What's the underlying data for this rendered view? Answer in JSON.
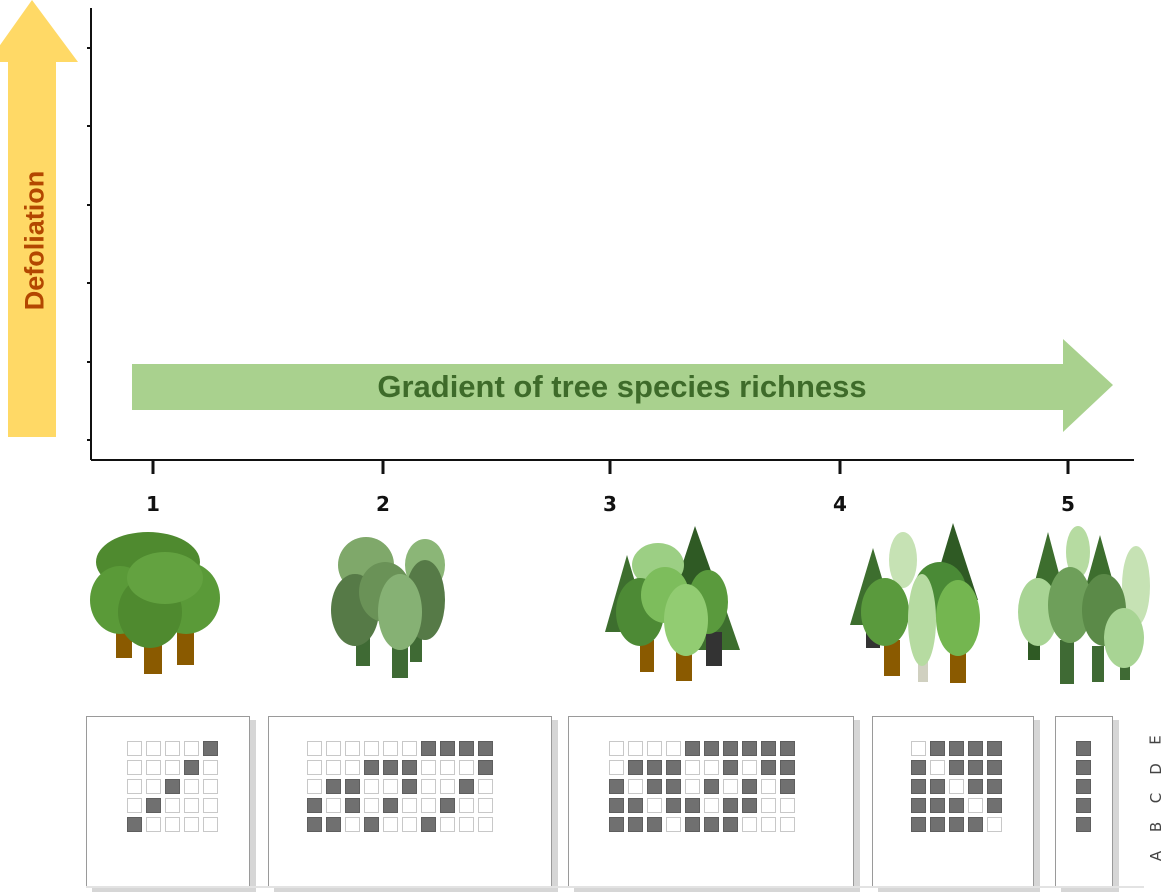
{
  "y_axis_label": "Defoliation",
  "x_arrow_label": "Gradient of tree species richness",
  "tick_labels": [
    "1",
    "2",
    "3",
    "4",
    "5"
  ],
  "row_labels": [
    "A",
    "B",
    "C",
    "D",
    "E"
  ],
  "colors": {
    "y_arrow": "#ffd966",
    "y_label": "#b34700",
    "x_arrow": "#a9d18e",
    "x_label": "#3e6b2a",
    "filled_cell": "#707070"
  },
  "panels": [
    {
      "richness": 1,
      "rows": [
        [
          0,
          0,
          0,
          0,
          1
        ],
        [
          0,
          0,
          0,
          1,
          0
        ],
        [
          0,
          0,
          1,
          0,
          0
        ],
        [
          0,
          1,
          0,
          0,
          0
        ],
        [
          1,
          0,
          0,
          0,
          0
        ]
      ]
    },
    {
      "richness": 2,
      "rows": [
        [
          0,
          0,
          0,
          0,
          0,
          0,
          1,
          1,
          1,
          1
        ],
        [
          0,
          0,
          0,
          1,
          1,
          1,
          0,
          0,
          0,
          1
        ],
        [
          0,
          1,
          1,
          0,
          0,
          1,
          0,
          0,
          1,
          0
        ],
        [
          1,
          0,
          1,
          0,
          1,
          0,
          0,
          1,
          0,
          0
        ],
        [
          1,
          1,
          0,
          1,
          0,
          0,
          1,
          0,
          0,
          0
        ]
      ]
    },
    {
      "richness": 3,
      "rows": [
        [
          0,
          0,
          0,
          0,
          1,
          1,
          1,
          1,
          1,
          1
        ],
        [
          0,
          1,
          1,
          1,
          0,
          0,
          1,
          0,
          1,
          1
        ],
        [
          1,
          0,
          1,
          1,
          0,
          1,
          0,
          1,
          0,
          1
        ],
        [
          1,
          1,
          0,
          1,
          1,
          0,
          1,
          1,
          0,
          0
        ],
        [
          1,
          1,
          1,
          0,
          1,
          1,
          1,
          0,
          0,
          0
        ]
      ]
    },
    {
      "richness": 4,
      "rows": [
        [
          0,
          1,
          1,
          1,
          1
        ],
        [
          1,
          0,
          1,
          1,
          1
        ],
        [
          1,
          1,
          0,
          1,
          1
        ],
        [
          1,
          1,
          1,
          0,
          1
        ],
        [
          1,
          1,
          1,
          1,
          0
        ]
      ]
    },
    {
      "richness": 5,
      "rows": [
        [
          1
        ],
        [
          1
        ],
        [
          1
        ],
        [
          1
        ],
        [
          1
        ]
      ]
    }
  ]
}
